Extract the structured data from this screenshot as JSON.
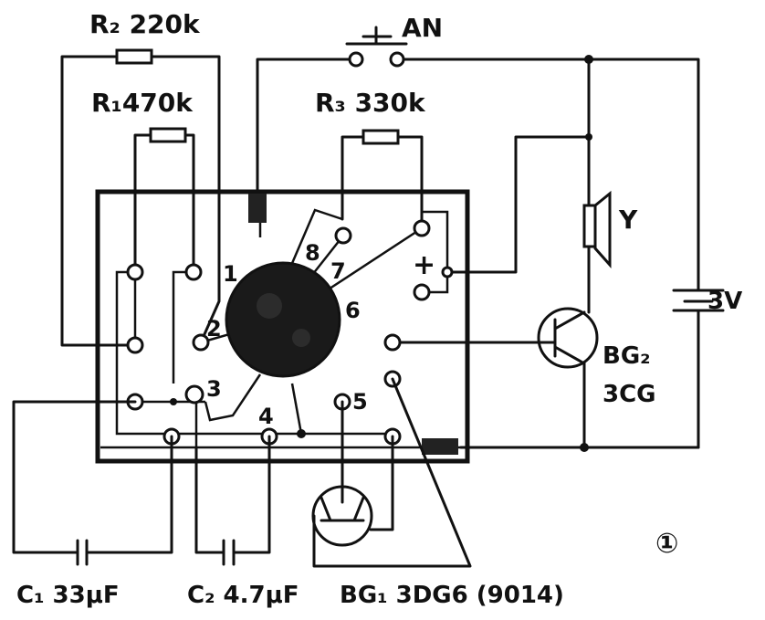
{
  "labels": {
    "r2": "R₂ 220k",
    "r1": "R₁470k",
    "r3": "R₃ 330k",
    "switch": "AN",
    "speaker": "Y",
    "battery": "3V",
    "bg2_name": "BG₂",
    "bg2_type": "3CG",
    "c1": "C₁ 33μF",
    "c2": "C₂ 4.7μF",
    "bg1": "BG₁ 3DG6 (9014)",
    "figure_number": "①"
  },
  "pins": {
    "p1": "1",
    "p2": "2",
    "p3": "3",
    "p4": "4",
    "p5": "5",
    "p6": "6",
    "p7": "7",
    "p8": "8",
    "plus": "+"
  }
}
